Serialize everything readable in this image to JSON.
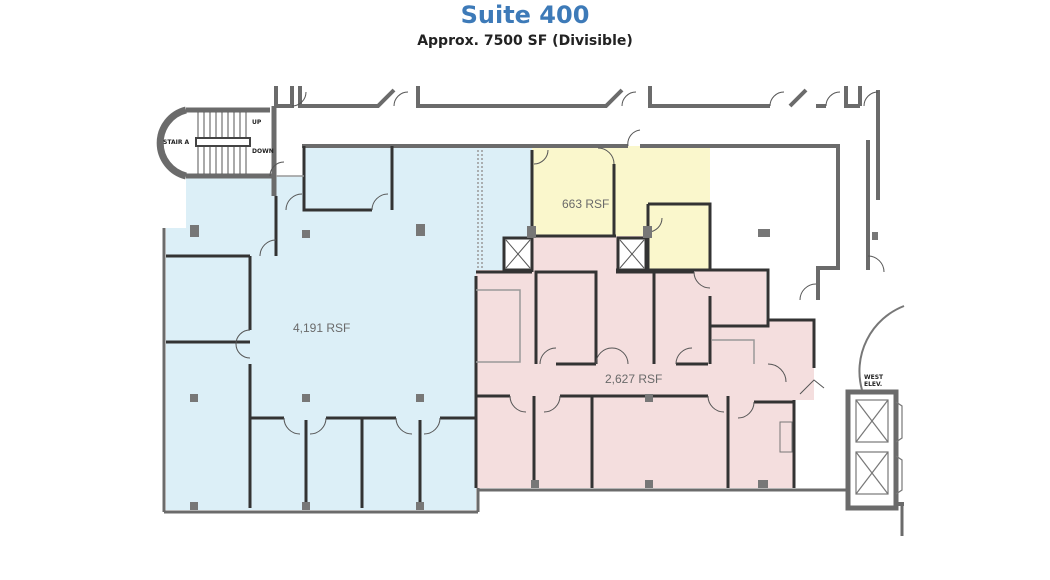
{
  "header": {
    "title": "Suite 400",
    "subtitle": "Approx. 7500 SF (Divisible)"
  },
  "colors": {
    "title": "#3d7ab8",
    "blue_space": "#dceff7",
    "yellow_space": "#faf7cc",
    "pink_space": "#f4dede",
    "wall": "#6b6b6b",
    "partition": "#333333"
  },
  "spaces": [
    {
      "id": "blue",
      "label": "4,191 RSF"
    },
    {
      "id": "pink",
      "label": "2,627 RSF"
    },
    {
      "id": "yellow",
      "label": "663 RSF"
    }
  ],
  "annotations": {
    "stair": "STAIR A",
    "up": "UP",
    "down": "DOWN",
    "elevator_line1": "WEST",
    "elevator_line2": "ELEV."
  }
}
